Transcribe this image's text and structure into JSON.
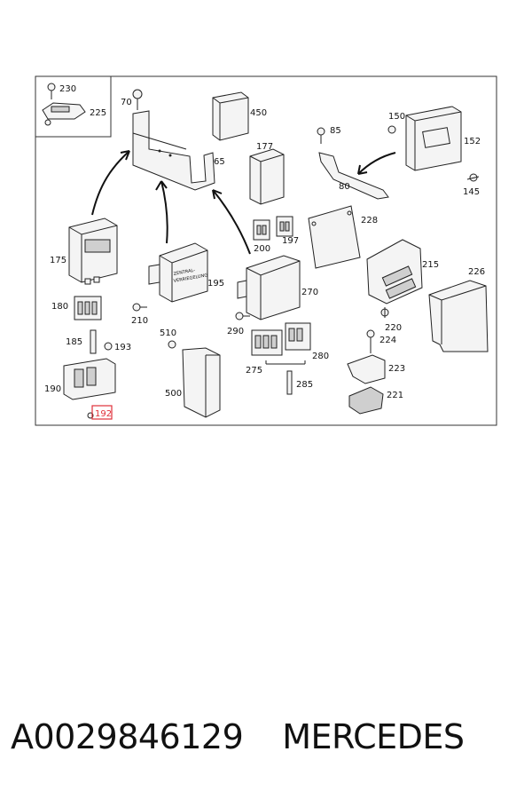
{
  "diagram": {
    "inset_labels": [
      "230",
      "225"
    ],
    "labels": {
      "p70": "70",
      "p450": "450",
      "p85": "85",
      "p150": "150",
      "p152": "152",
      "p177": "177",
      "p65": "65",
      "p80": "80",
      "p145": "145",
      "p228": "228",
      "p200": "200",
      "p197": "197",
      "p175": "175",
      "p215": "215",
      "p226": "226",
      "p195": "195",
      "p270": "270",
      "p180": "180",
      "p210": "210",
      "p290": "290",
      "p220": "220",
      "p185": "185",
      "p193": "193",
      "p510": "510",
      "p224": "224",
      "p275": "275",
      "p280": "280",
      "p223": "223",
      "p190": "190",
      "p500": "500",
      "p285": "285",
      "p221": "221",
      "p192": "192"
    },
    "module_text": [
      "ZENTRAL-",
      "VERRIEGELUNG"
    ],
    "highlight_color": "#e0303a"
  },
  "caption": {
    "part_number": "A0029846129",
    "brand": "MERCEDES"
  }
}
